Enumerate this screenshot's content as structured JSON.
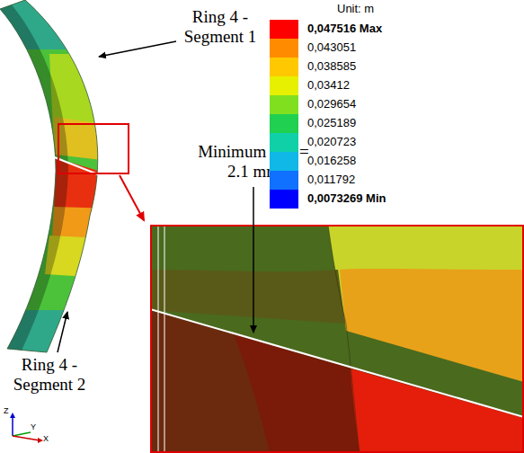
{
  "diagram": {
    "labels": [
      "Ring 4 - Segment 1",
      "Unit: m",
      "Minimum gap = 2.1 mm",
      "Ring 4 - Segment 2",
      "Z",
      "Y",
      "X"
    ],
    "legend": [
      {
        "text": "0,047516 Max",
        "color": "#ff0000"
      },
      {
        "text": "0,043051",
        "color": "#ff8c00"
      },
      {
        "text": "0,038585",
        "color": "#ffc800"
      },
      {
        "text": "0,03412",
        "color": "#e6f000"
      },
      {
        "text": "0,029654",
        "color": "#80e020"
      },
      {
        "text": "0,025189",
        "color": "#20d050"
      },
      {
        "text": "0,020723",
        "color": "#10d0a8"
      },
      {
        "text": "0,016258",
        "color": "#10b8e8"
      },
      {
        "text": "0,011792",
        "color": "#1070ff"
      },
      {
        "text": "0,0073269 Min",
        "color": "#0000ff"
      }
    ]
  }
}
